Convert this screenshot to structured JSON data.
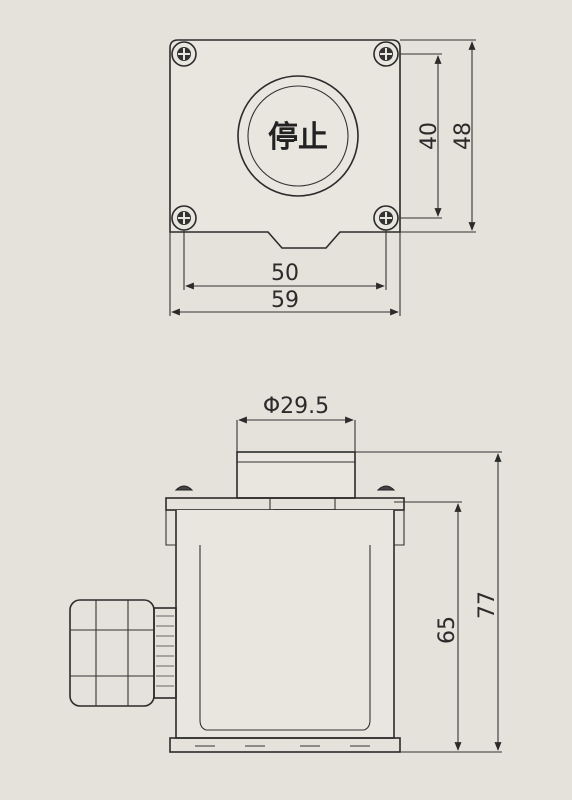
{
  "top_view": {
    "button_label": "停止",
    "dim_inner_height": "40",
    "dim_outer_height": "48",
    "dim_inner_width": "50",
    "dim_outer_width": "59"
  },
  "side_view": {
    "dim_diameter": "Φ29.5",
    "dim_body_height": "65",
    "dim_total_height": "77"
  }
}
